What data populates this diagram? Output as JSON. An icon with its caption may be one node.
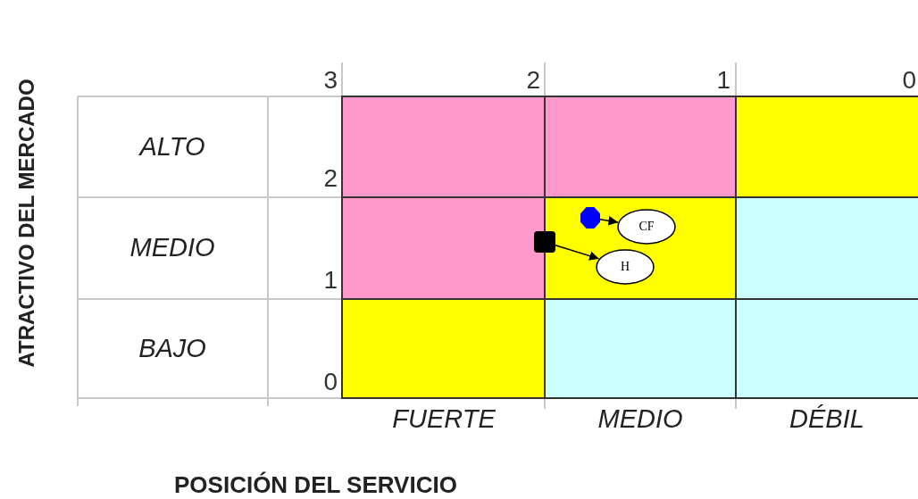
{
  "diagram": {
    "nodes": [
      {
        "text": [],
        "shape": "circle"
      },
      {
        "text": [
          "CF"
        ]
      },
      {
        "text": [],
        "shape": "box"
      },
      {
        "text": [
          "H"
        ]
      }
    ],
    "edges": [
      {
        "from": 0,
        "to": 1,
        "arrow": "to"
      },
      {
        "from": 2,
        "to": 3,
        "arrow": "to"
      }
    ],
    "labels": [
      "ATRACTIVO DEL MERCADO",
      "3",
      "2",
      "1",
      "0",
      "ALTO",
      "2",
      "MEDIO",
      "1",
      "BAJO",
      "0",
      "FUERTE",
      "MEDIO",
      "DÉBIL",
      "POSICIÓN DEL SERVICIO"
    ]
  }
}
